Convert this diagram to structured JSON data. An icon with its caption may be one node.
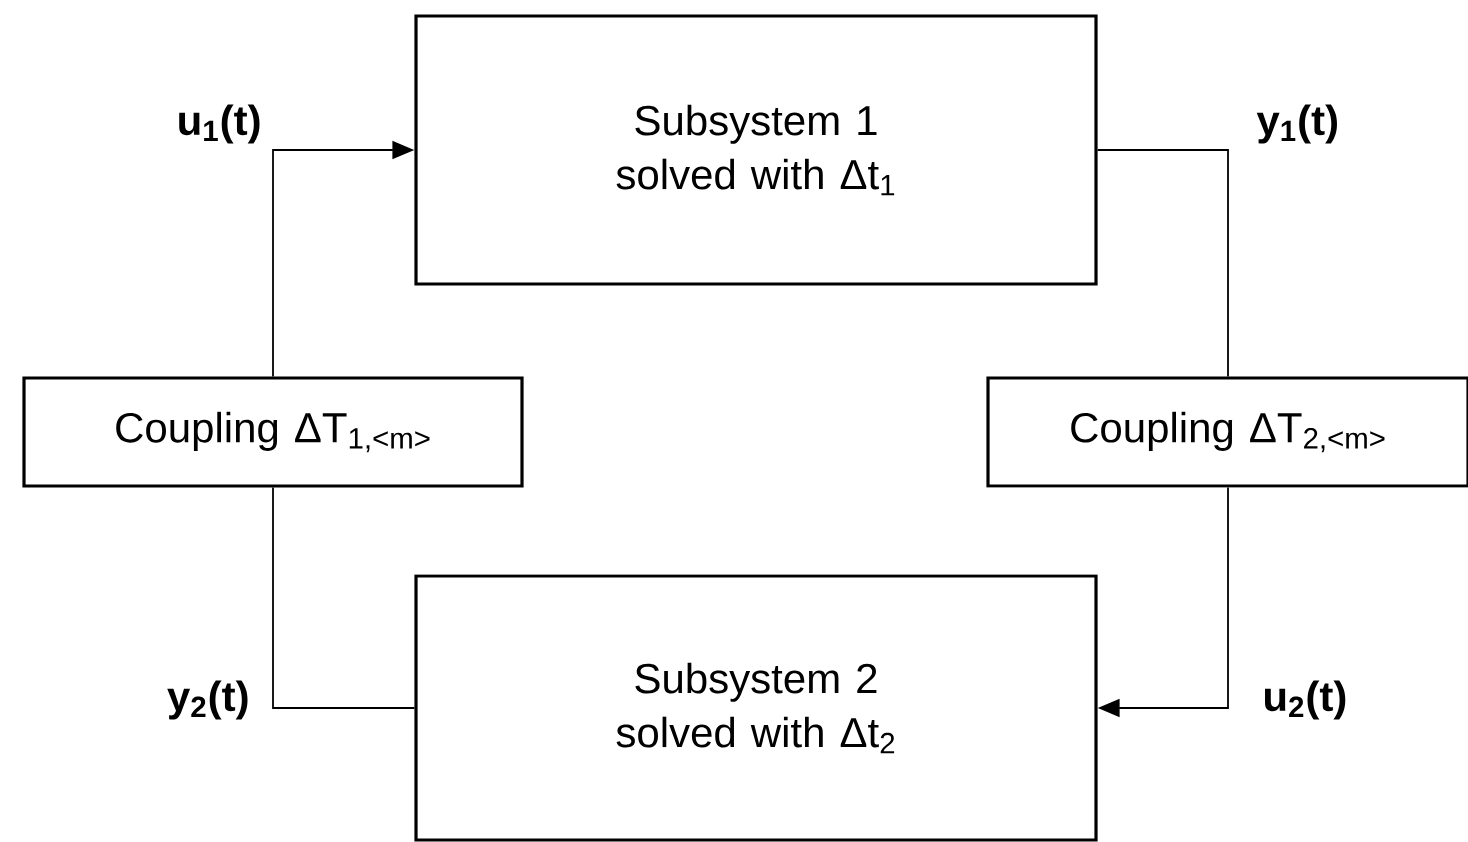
{
  "diagram": {
    "nodes": [
      {
        "text": [
          "Subsystem 1 solved with Δt$_{1}$"
        ]
      },
      {
        "text": [
          "Subsystem 2 solved with Δt$_{2}$"
        ]
      },
      {
        "text": [
          "Coupling ΔT$_{1,<m>}$"
        ]
      },
      {
        "text": [
          "Coupling ΔT$_{2,<m>}$"
        ]
      }
    ],
    "edges": [
      {
        "from": 2,
        "to": 0,
        "arrow": "to",
        "label": "u$_{1}$(t)"
      },
      {
        "from": 0,
        "to": 3,
        "arrow": "none",
        "label": "y$_{1}$(t)"
      },
      {
        "from": 3,
        "to": 1,
        "arrow": "to",
        "label": "u$_{2}$(t)"
      },
      {
        "from": 1,
        "to": 2,
        "arrow": "none",
        "label": "y$_{2}$(t)"
      }
    ]
  }
}
